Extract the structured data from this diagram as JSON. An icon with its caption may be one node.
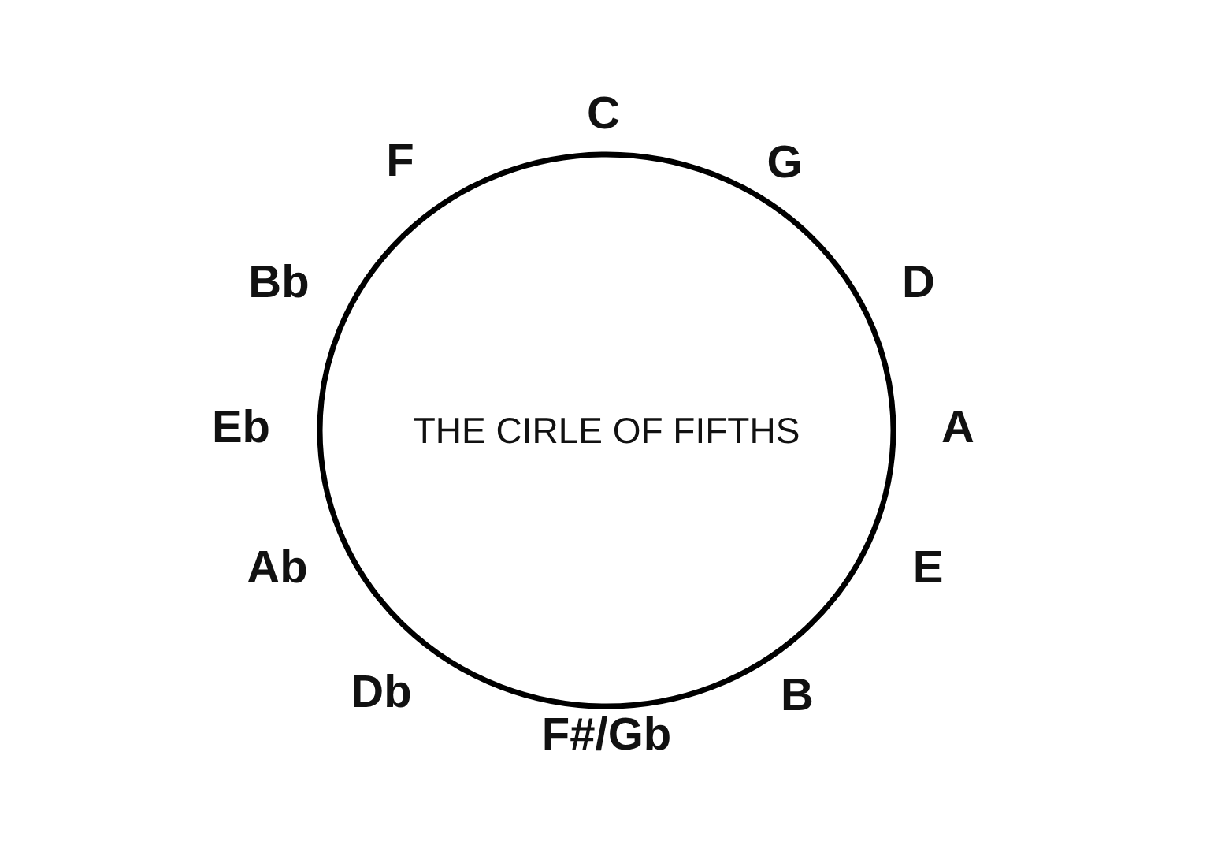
{
  "diagram": {
    "nodes": [
      {
        "text": [
          "THE CIRLE OF FIFTHS"
        ]
      }
    ],
    "labels": [
      "C",
      "G",
      "D",
      "A",
      "E",
      "B",
      "F#/Gb",
      "Db",
      "Ab",
      "Eb",
      "Bb",
      "F"
    ]
  }
}
